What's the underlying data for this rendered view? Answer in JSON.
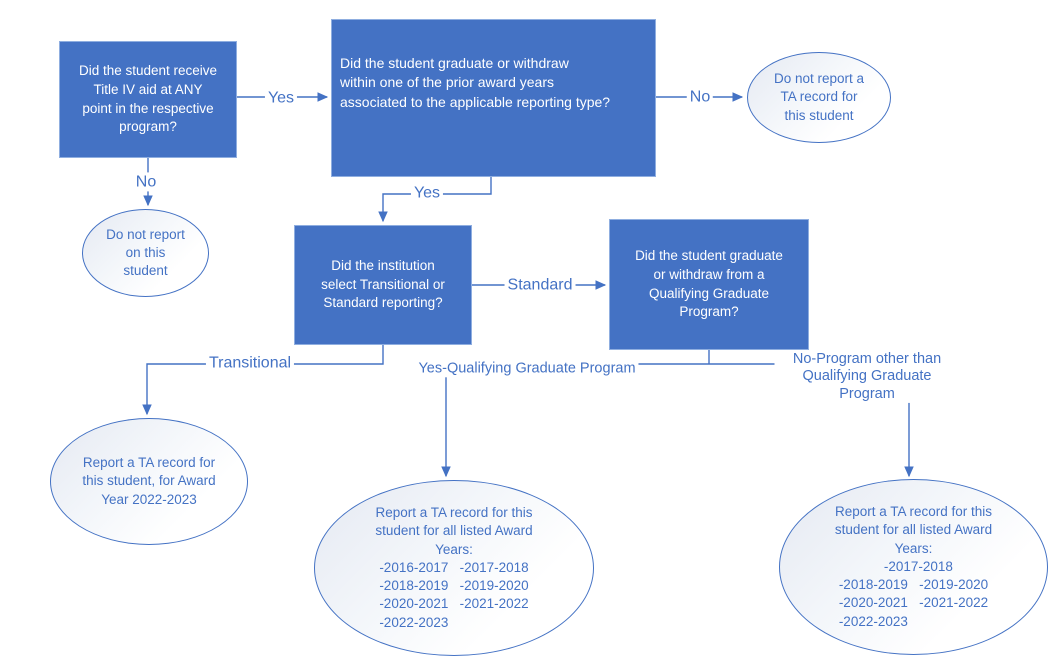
{
  "colors": {
    "box_fill": "#4472C4",
    "box_text": "#FFFFFF",
    "connector_line": "#4472C4",
    "ellipse_border": "#4472C4",
    "ellipse_text": "#4472C4",
    "ellipse_fill_top": "#E5E9F2",
    "ellipse_fill_bottom": "#FFFFFF",
    "background": "#FFFFFF"
  },
  "nodes": {
    "q_title_iv": {
      "text": "Did the student receive\nTitle IV aid at ANY\npoint in the respective\nprogram?"
    },
    "q_graduate_withdraw": {
      "text": "Did the student graduate or withdraw\nwithin one of the prior award years\nassociated to the applicable reporting type?"
    },
    "o_no_ta_record": {
      "text": "Do not report a\nTA record for\nthis student"
    },
    "o_do_not_report": {
      "text": "Do not report\non this\nstudent"
    },
    "q_reporting_type": {
      "text": "Did the institution\nselect Transitional or\nStandard reporting?"
    },
    "q_qualifying_grad": {
      "text": "Did the student graduate\nor withdraw from a\nQualifying Graduate\nProgram?"
    },
    "o_report_2022_2023": {
      "text": "Report a TA record for\nthis student, for Award\nYear 2022-2023"
    },
    "o_report_qgp": {
      "intro": "Report a TA record for this\nstudent for all listed Award\nYears:",
      "years": "-2016-2017   -2017-2018\n-2018-2019   -2019-2020\n-2020-2021   -2021-2022\n-2022-2023"
    },
    "o_report_other": {
      "intro": "Report a TA record for this\nstudent for all listed Award\nYears:",
      "years": "            -2017-2018\n-2018-2019   -2019-2020\n-2020-2021   -2021-2022\n-2022-2023"
    }
  },
  "edge_labels": {
    "yes_to_graduate": "Yes",
    "no_to_no_ta": "No",
    "no_to_not_report": "No",
    "yes_to_reporting": "Yes",
    "standard": "Standard",
    "transitional": "Transitional",
    "yes_qualifying": "Yes-Qualifying Graduate Program",
    "no_other_program": "No-Program other than\nQualifying Graduate Program"
  }
}
